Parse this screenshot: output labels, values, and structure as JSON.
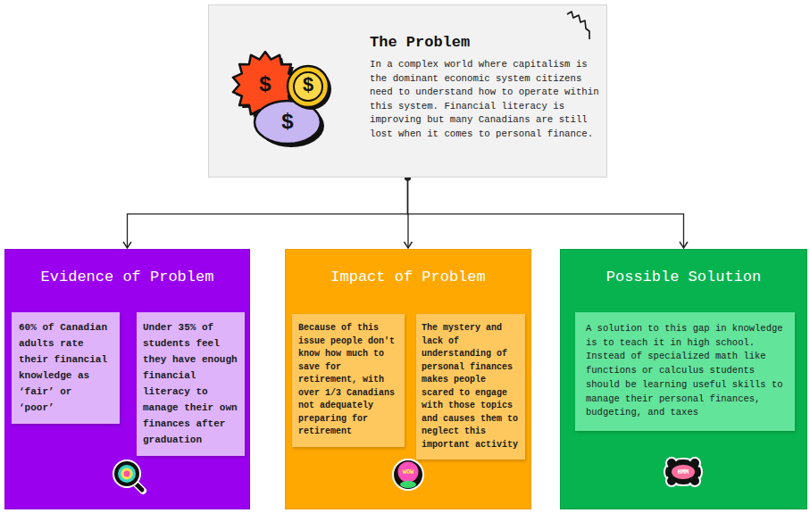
{
  "diagram": {
    "nodes": [
      {
        "text": [
          "The Problem",
          "In a complex world where capitalism is the dominant economic system citizens need to understand how to operate within this system. Financial literacy is improving but many Canadians are still lost when it comes to personal finance."
        ]
      },
      {
        "text": [
          "Evidence of Problem"
        ]
      },
      {
        "text": [
          "60% of Canadian adults rate their financial knowledge as ‘fair’ or ‘poor’"
        ],
        "in": 1
      },
      {
        "text": [
          "Under 35% of students feel they have enough financial literacy to manage their own finances after graduation"
        ],
        "in": 1
      },
      {
        "text": [
          "Impact of Problem"
        ]
      },
      {
        "text": [
          "Because of this issue people don't know how much to save for retirement, with over 1/3 Canadians not adequately preparing for retirement"
        ],
        "in": 4
      },
      {
        "text": [
          "The mystery and lack of understanding of personal finances makes people scared to engage with those topics and causes them to neglect this important activity"
        ],
        "in": 4
      },
      {
        "text": [
          "Possible Solution"
        ]
      },
      {
        "text": [
          "A solution to this gap in knowledge is to teach it in high school. Instead of specialized math like functions or calculus students should be learning useful skills to manage their personal finances, budgeting, and taxes"
        ],
        "in": 7
      }
    ],
    "edges": [
      {
        "from": 0,
        "to": 1,
        "arrow": "to"
      },
      {
        "from": 0,
        "to": 4,
        "arrow": "to"
      },
      {
        "from": 0,
        "to": 7,
        "arrow": "to"
      }
    ],
    "labels": [
      "$",
      "$",
      "$",
      "WOW",
      "HMM"
    ]
  }
}
